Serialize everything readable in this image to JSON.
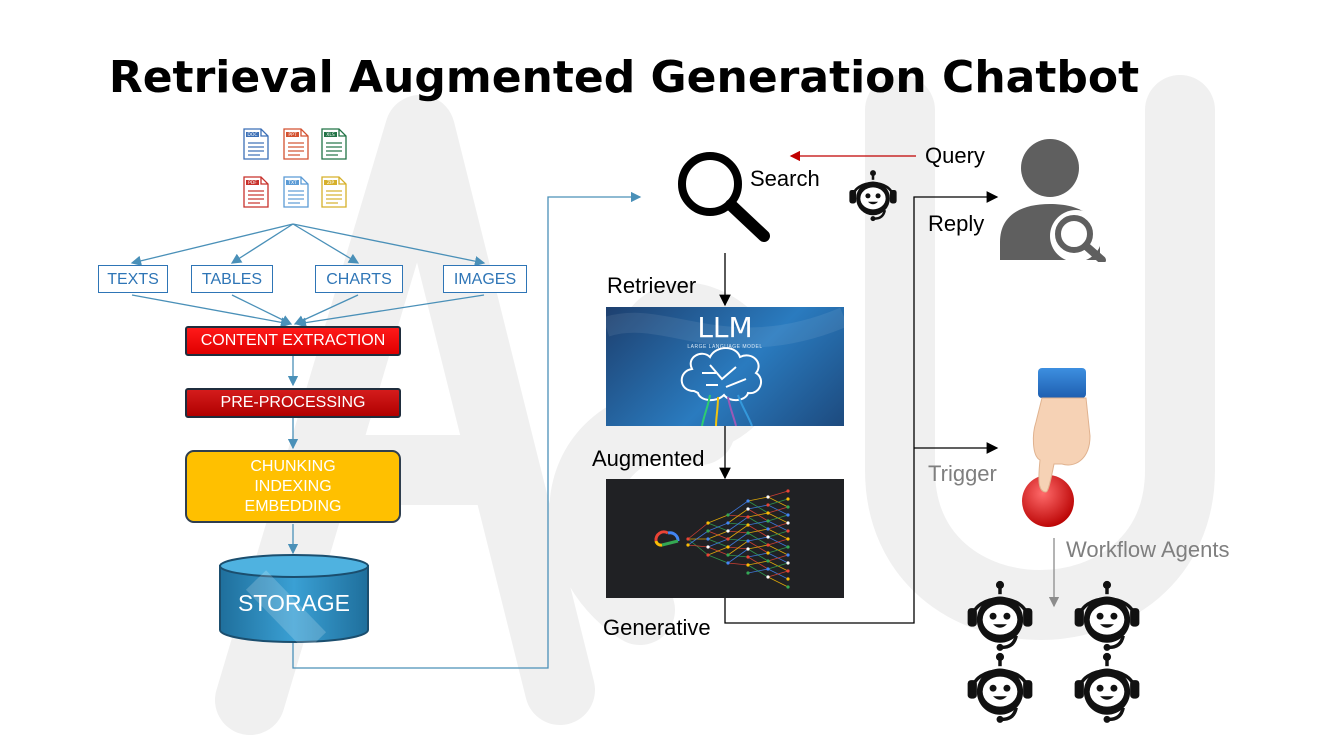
{
  "title": "Retrieval Augmented Generation Chatbot",
  "file_icons": [
    {
      "name": "doc-file-icon",
      "tag": "DOC",
      "color": "#3b6fb6"
    },
    {
      "name": "ppt-file-icon",
      "tag": "PPT",
      "color": "#d35230"
    },
    {
      "name": "xls-file-icon",
      "tag": "XLS",
      "color": "#217346"
    },
    {
      "name": "pdf-file-icon",
      "tag": "PDF",
      "color": "#c8312b"
    },
    {
      "name": "txt-file-icon",
      "tag": "TXT",
      "color": "#5b9bd5"
    },
    {
      "name": "zip-file-icon",
      "tag": "ZIP",
      "color": "#d6b02a"
    }
  ],
  "content_types": [
    "TEXTS",
    "TABLES",
    "CHARTS",
    "IMAGES"
  ],
  "pipeline": {
    "content_extraction": "CONTENT EXTRACTION",
    "pre_processing": "PRE-PROCESSING",
    "chunking": "CHUNKING",
    "indexing": "INDEXING",
    "embedding": "EMBEDDING",
    "storage": "STORAGE"
  },
  "rag": {
    "search": "Search",
    "retriever": "Retriever",
    "augmented": "Augmented",
    "generative": "Generative",
    "llm_title": "LLM",
    "llm_subtitle": "LARGE LANGUAGE MODEL"
  },
  "user": {
    "query": "Query",
    "reply": "Reply"
  },
  "workflow": {
    "trigger": "Trigger",
    "agents_label": "Workflow Agents"
  },
  "colors": {
    "flow_arrow": "#4a90b8",
    "type_border": "#2e75b6",
    "extraction_red": "#ff1a1a",
    "chunking_yellow": "#ffc000",
    "storage_blue": "#2d8fc0",
    "query_arrow": "#c00000"
  }
}
